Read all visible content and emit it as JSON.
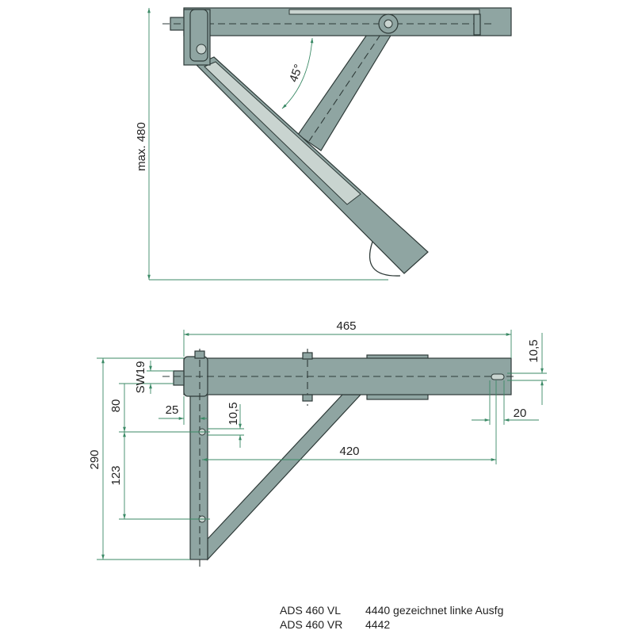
{
  "top_view": {
    "angle_label": "45°",
    "height_label": "max. 480"
  },
  "bottom_view": {
    "dims": {
      "width_total": "465",
      "height_total": "290",
      "upper_offset": "80",
      "hole_spacing": "123",
      "wrench_size": "SW19",
      "leg_offset": "25",
      "hole_dia_left": "10,5",
      "hole_distance": "420",
      "slot_width": "10,5",
      "slot_offset": "20"
    }
  },
  "caption": {
    "rows": [
      {
        "model": "ADS 460 VL",
        "desc": "4440 gezeichnet linke Ausfg"
      },
      {
        "model": "ADS 460 VR",
        "desc": "4442"
      }
    ]
  },
  "colors": {
    "part": "#8fa5a2",
    "dimension": "#3b8a66"
  }
}
